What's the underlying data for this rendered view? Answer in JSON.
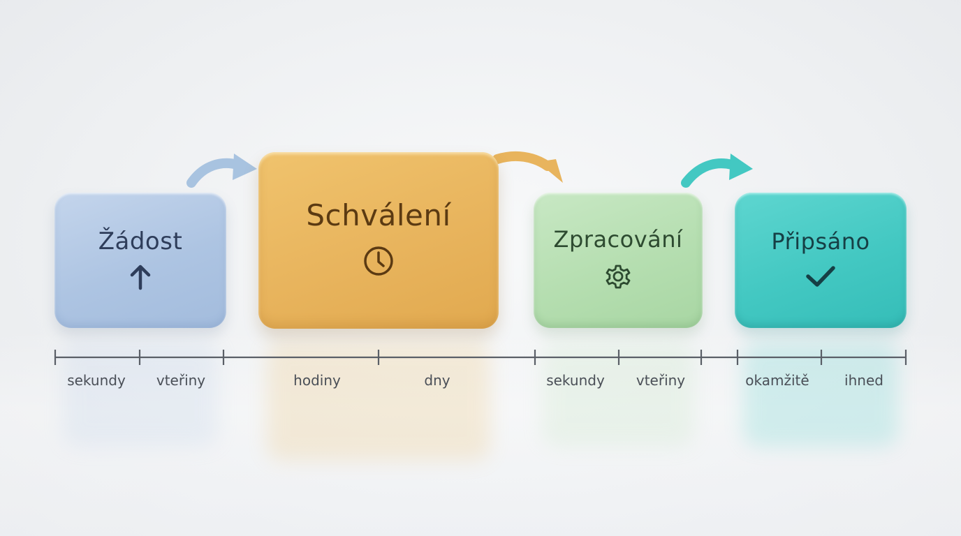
{
  "steps": [
    {
      "key": "zadost",
      "label": "Žádost",
      "icon": "arrow-up-icon",
      "color": "#adc4e2"
    },
    {
      "key": "schvaleni",
      "label": "Schválení",
      "icon": "clock-icon",
      "color": "#e8b45d"
    },
    {
      "key": "zpracovani",
      "label": "Zpracování",
      "icon": "gear-icon",
      "color": "#b5deb0"
    },
    {
      "key": "pripsano",
      "label": "Připsáno",
      "icon": "checkmark-icon",
      "color": "#43c8c2"
    }
  ],
  "arrows": [
    {
      "from": "zadost",
      "to": "schvaleni",
      "color": "#a8c3e0"
    },
    {
      "from": "schvaleni",
      "to": "zpracovani",
      "color": "#e8b45d"
    },
    {
      "from": "zpracovani",
      "to": "pripsano",
      "color": "#43c8c2"
    }
  ],
  "timeline": {
    "labels": [
      "sekundy",
      "vteřiny",
      "hodiny",
      "dny",
      "sekundy",
      "vteřiny",
      "okamžitě",
      "ihned"
    ],
    "line_color": "#5a5f67"
  }
}
